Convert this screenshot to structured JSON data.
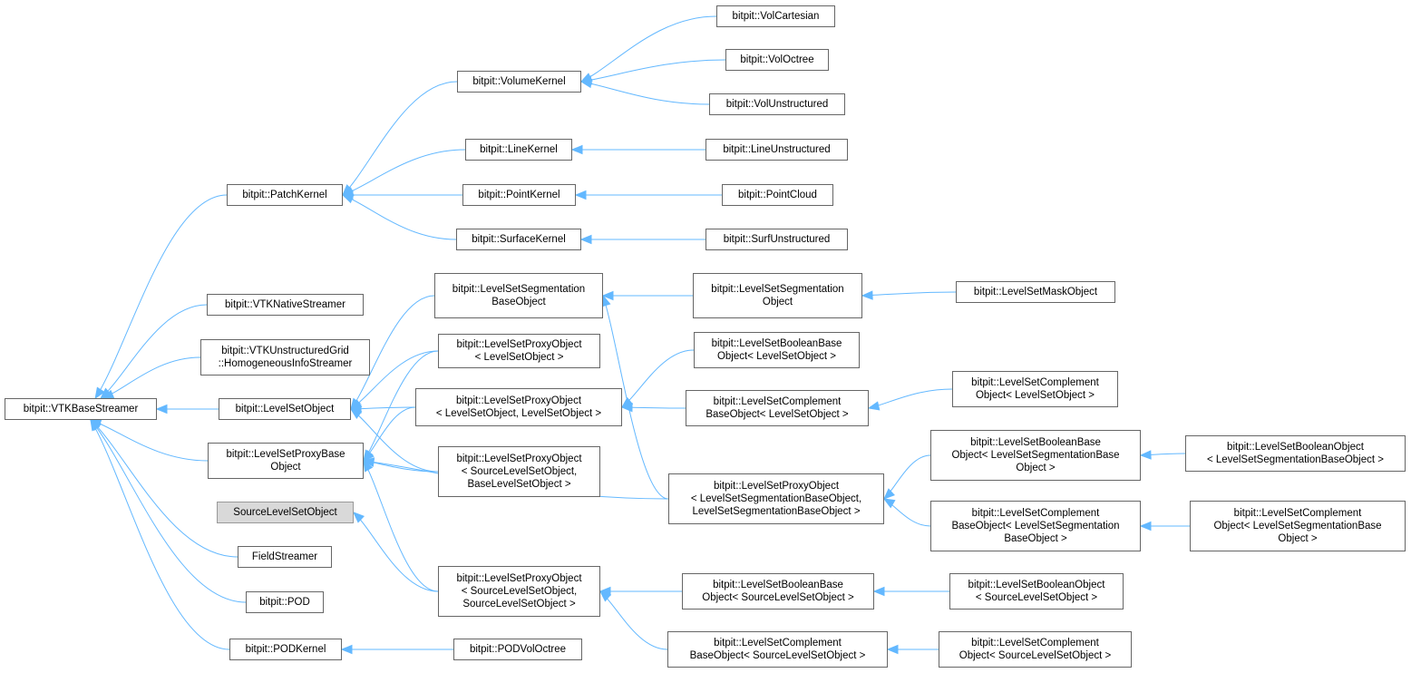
{
  "diagram": {
    "edge_color": "#63b8ff",
    "current_fill": "#d9d9d9",
    "nodes": [
      {
        "id": "vtkbase",
        "lines": [
          "bitpit::VTKBaseStreamer"
        ]
      },
      {
        "id": "patchkernel",
        "lines": [
          "bitpit::PatchKernel"
        ]
      },
      {
        "id": "volumekernel",
        "lines": [
          "bitpit::VolumeKernel"
        ]
      },
      {
        "id": "volcartesian",
        "lines": [
          "bitpit::VolCartesian"
        ]
      },
      {
        "id": "voloctree",
        "lines": [
          "bitpit::VolOctree"
        ]
      },
      {
        "id": "volunstructured",
        "lines": [
          "bitpit::VolUnstructured"
        ]
      },
      {
        "id": "linekernel",
        "lines": [
          "bitpit::LineKernel"
        ]
      },
      {
        "id": "lineunstructured",
        "lines": [
          "bitpit::LineUnstructured"
        ]
      },
      {
        "id": "pointkernel",
        "lines": [
          "bitpit::PointKernel"
        ]
      },
      {
        "id": "pointcloud",
        "lines": [
          "bitpit::PointCloud"
        ]
      },
      {
        "id": "surfacekernel",
        "lines": [
          "bitpit::SurfaceKernel"
        ]
      },
      {
        "id": "surfunstructured",
        "lines": [
          "bitpit::SurfUnstructured"
        ]
      },
      {
        "id": "vtknative",
        "lines": [
          "bitpit::VTKNativeStreamer"
        ]
      },
      {
        "id": "vtkunstructured",
        "lines": [
          "bitpit::VTKUnstructuredGrid",
          "::HomogeneousInfoStreamer"
        ]
      },
      {
        "id": "levelsetobject",
        "lines": [
          "bitpit::LevelSetObject"
        ]
      },
      {
        "id": "proxybase",
        "lines": [
          "bitpit::LevelSetProxyBase",
          "Object"
        ]
      },
      {
        "id": "sourcelso",
        "lines": [
          "SourceLevelSetObject"
        ],
        "current": true
      },
      {
        "id": "fieldstreamer",
        "lines": [
          "FieldStreamer"
        ]
      },
      {
        "id": "pod",
        "lines": [
          "bitpit::POD"
        ]
      },
      {
        "id": "podkernel",
        "lines": [
          "bitpit::PODKernel"
        ]
      },
      {
        "id": "podvoloctree",
        "lines": [
          "bitpit::PODVolOctree"
        ]
      },
      {
        "id": "segbase",
        "lines": [
          "bitpit::LevelSetSegmentation",
          "BaseObject"
        ]
      },
      {
        "id": "proxy_lso",
        "lines": [
          "bitpit::LevelSetProxyObject",
          "< LevelSetObject >"
        ]
      },
      {
        "id": "proxy_lso_lso",
        "lines": [
          "bitpit::LevelSetProxyObject",
          "< LevelSetObject, LevelSetObject >"
        ]
      },
      {
        "id": "proxy_src_base",
        "lines": [
          "bitpit::LevelSetProxyObject",
          "< SourceLevelSetObject,",
          "BaseLevelSetObject >"
        ]
      },
      {
        "id": "proxy_src_src",
        "lines": [
          "bitpit::LevelSetProxyObject",
          "< SourceLevelSetObject,",
          "SourceLevelSetObject >"
        ]
      },
      {
        "id": "segobject",
        "lines": [
          "bitpit::LevelSetSegmentation",
          "Object"
        ]
      },
      {
        "id": "maskobject",
        "lines": [
          "bitpit::LevelSetMaskObject"
        ]
      },
      {
        "id": "boolbase_lso",
        "lines": [
          "bitpit::LevelSetBooleanBase",
          "Object< LevelSetObject >"
        ]
      },
      {
        "id": "compbase_lso",
        "lines": [
          "bitpit::LevelSetComplement",
          "BaseObject< LevelSetObject >"
        ]
      },
      {
        "id": "compobj_lso",
        "lines": [
          "bitpit::LevelSetComplement",
          "Object< LevelSetObject >"
        ]
      },
      {
        "id": "proxy_seg_seg",
        "lines": [
          "bitpit::LevelSetProxyObject",
          "< LevelSetSegmentationBaseObject,",
          "LevelSetSegmentationBaseObject >"
        ]
      },
      {
        "id": "boolbase_seg",
        "lines": [
          "bitpit::LevelSetBooleanBase",
          "Object< LevelSetSegmentationBase",
          "Object >"
        ]
      },
      {
        "id": "boolobj_seg",
        "lines": [
          "bitpit::LevelSetBooleanObject",
          "< LevelSetSegmentationBaseObject >"
        ]
      },
      {
        "id": "compbase_seg",
        "lines": [
          "bitpit::LevelSetComplement",
          "BaseObject< LevelSetSegmentation",
          "BaseObject >"
        ]
      },
      {
        "id": "compobj_seg",
        "lines": [
          "bitpit::LevelSetComplement",
          "Object< LevelSetSegmentationBase",
          "Object >"
        ]
      },
      {
        "id": "boolbase_src",
        "lines": [
          "bitpit::LevelSetBooleanBase",
          "Object< SourceLevelSetObject >"
        ]
      },
      {
        "id": "boolobj_src",
        "lines": [
          "bitpit::LevelSetBooleanObject",
          "< SourceLevelSetObject >"
        ]
      },
      {
        "id": "compbase_src",
        "lines": [
          "bitpit::LevelSetComplement",
          "BaseObject< SourceLevelSetObject >"
        ]
      },
      {
        "id": "compobj_src",
        "lines": [
          "bitpit::LevelSetComplement",
          "Object< SourceLevelSetObject >"
        ]
      }
    ],
    "edges": [
      [
        "patchkernel",
        "vtkbase"
      ],
      [
        "vtknative",
        "vtkbase"
      ],
      [
        "vtkunstructured",
        "vtkbase"
      ],
      [
        "levelsetobject",
        "vtkbase"
      ],
      [
        "proxybase",
        "vtkbase"
      ],
      [
        "fieldstreamer",
        "vtkbase"
      ],
      [
        "pod",
        "vtkbase"
      ],
      [
        "podkernel",
        "vtkbase"
      ],
      [
        "volumekernel",
        "patchkernel"
      ],
      [
        "linekernel",
        "patchkernel"
      ],
      [
        "pointkernel",
        "patchkernel"
      ],
      [
        "surfacekernel",
        "patchkernel"
      ],
      [
        "volcartesian",
        "volumekernel"
      ],
      [
        "voloctree",
        "volumekernel"
      ],
      [
        "volunstructured",
        "volumekernel"
      ],
      [
        "lineunstructured",
        "linekernel"
      ],
      [
        "pointcloud",
        "pointkernel"
      ],
      [
        "surfunstructured",
        "surfacekernel"
      ],
      [
        "podvoloctree",
        "podkernel"
      ],
      [
        "segbase",
        "levelsetobject"
      ],
      [
        "proxy_lso",
        "levelsetobject"
      ],
      [
        "proxy_lso_lso",
        "levelsetobject"
      ],
      [
        "proxy_src_base",
        "levelsetobject"
      ],
      [
        "proxy_lso",
        "proxybase"
      ],
      [
        "proxy_lso_lso",
        "proxybase"
      ],
      [
        "proxy_src_base",
        "proxybase"
      ],
      [
        "proxy_src_src",
        "proxybase"
      ],
      [
        "proxy_seg_seg",
        "proxybase"
      ],
      [
        "proxy_src_src",
        "sourcelso"
      ],
      [
        "segobject",
        "segbase"
      ],
      [
        "maskobject",
        "segobject"
      ],
      [
        "proxy_seg_seg",
        "segbase"
      ],
      [
        "boolbase_lso",
        "proxy_lso_lso"
      ],
      [
        "compbase_lso",
        "proxy_lso_lso"
      ],
      [
        "compobj_lso",
        "compbase_lso"
      ],
      [
        "boolbase_seg",
        "proxy_seg_seg"
      ],
      [
        "compbase_seg",
        "proxy_seg_seg"
      ],
      [
        "boolobj_seg",
        "boolbase_seg"
      ],
      [
        "compobj_seg",
        "compbase_seg"
      ],
      [
        "boolbase_src",
        "proxy_src_src"
      ],
      [
        "compbase_src",
        "proxy_src_src"
      ],
      [
        "boolobj_src",
        "boolbase_src"
      ],
      [
        "compobj_src",
        "compbase_src"
      ]
    ]
  }
}
